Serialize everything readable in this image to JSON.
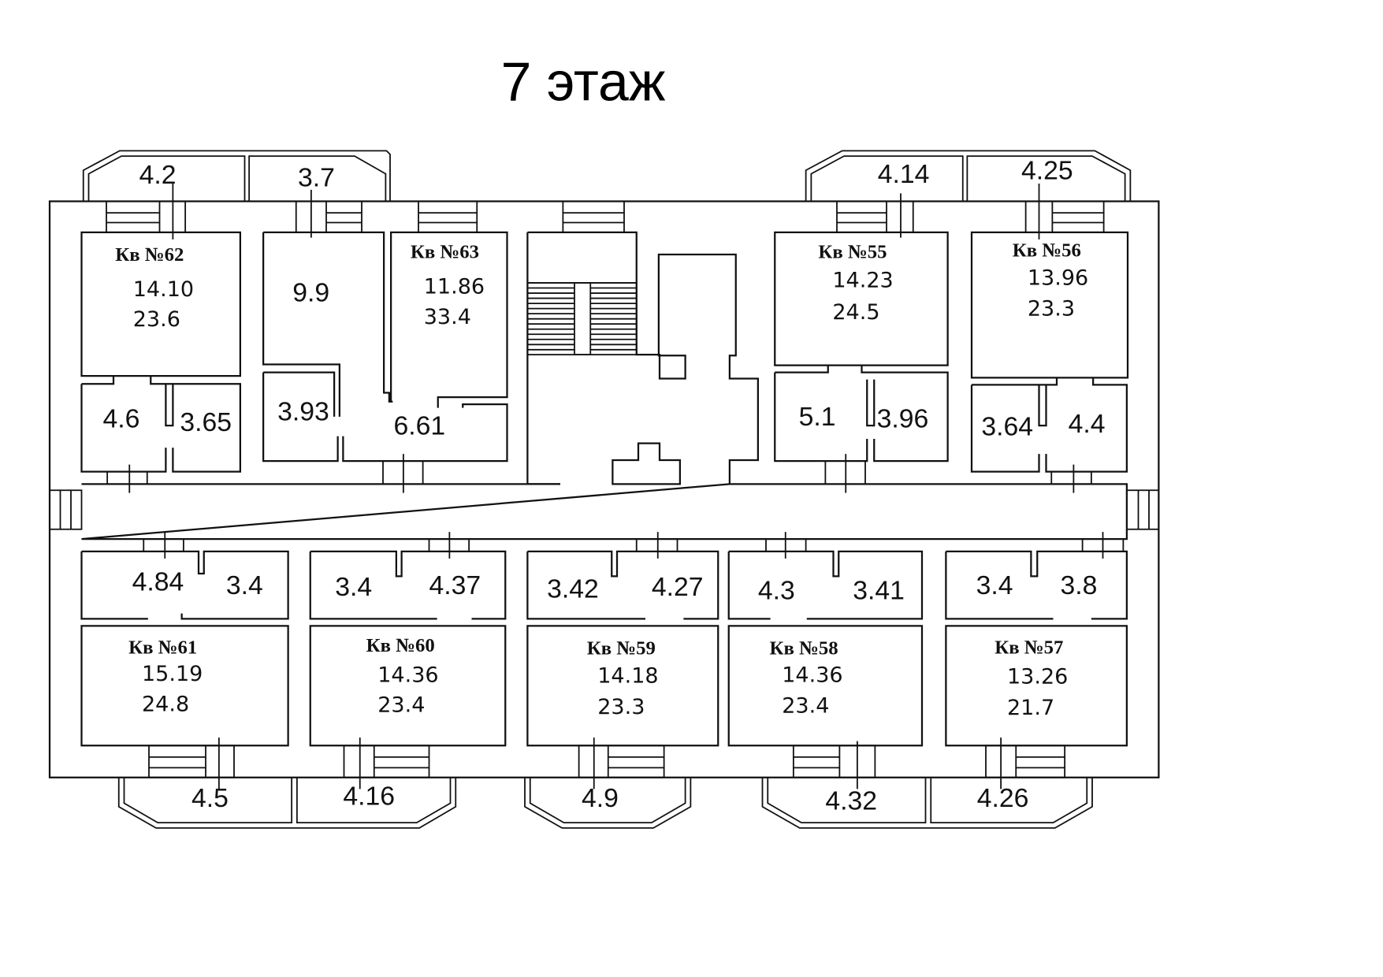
{
  "title": "7 этаж",
  "apartments": [
    {
      "id": "62",
      "label": "Кв №62",
      "living": "14.10",
      "total": "23.6",
      "rooms": [
        "4.6",
        "3.65"
      ],
      "balcony": "4.2"
    },
    {
      "id": "63",
      "label": "Кв №63",
      "living": "11.86",
      "total": "33.4",
      "rooms": [
        "9.9",
        "3.93",
        "6.61"
      ],
      "balcony": "3.7"
    },
    {
      "id": "55",
      "label": "Кв №55",
      "living": "14.23",
      "total": "24.5",
      "rooms": [
        "5.1",
        "3.96"
      ],
      "balcony": "4.14"
    },
    {
      "id": "56",
      "label": "Кв №56",
      "living": "13.96",
      "total": "23.3",
      "rooms": [
        "3.64",
        "4.4"
      ],
      "balcony": "4.25"
    },
    {
      "id": "61",
      "label": "Кв №61",
      "living": "15.19",
      "total": "24.8",
      "rooms": [
        "4.84",
        "3.4"
      ],
      "balcony": "4.5"
    },
    {
      "id": "60",
      "label": "Кв №60",
      "living": "14.36",
      "total": "23.4",
      "rooms": [
        "3.4",
        "4.37"
      ],
      "balcony": "4.16"
    },
    {
      "id": "59",
      "label": "Кв №59",
      "living": "14.18",
      "total": "23.3",
      "rooms": [
        "3.42",
        "4.27"
      ],
      "balcony": "4.9"
    },
    {
      "id": "58",
      "label": "Кв №58",
      "living": "14.36",
      "total": "23.4",
      "rooms": [
        "4.3",
        "3.41"
      ],
      "balcony": "4.32"
    },
    {
      "id": "57",
      "label": "Кв №57",
      "living": "13.26",
      "total": "21.7",
      "rooms": [
        "3.4",
        "3.8"
      ],
      "balcony": "4.26"
    }
  ]
}
